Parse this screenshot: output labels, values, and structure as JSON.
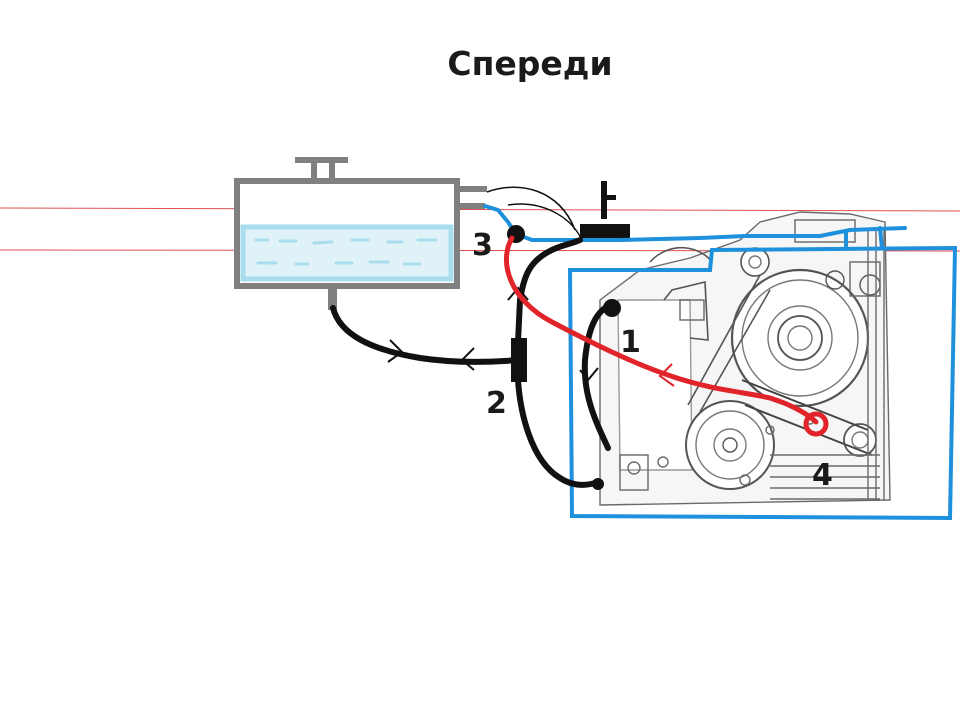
{
  "title": "Спереди",
  "labels": {
    "line_1": "1",
    "line_2": "2",
    "line_3": "3",
    "line_4": "4"
  },
  "colors": {
    "tank": "#808080",
    "coolant": "#a9dcec",
    "hose_black": "#111111",
    "hose_blue": "#1e90dc",
    "hose_red": "#e0242a",
    "guide_line": "#e05050",
    "engine": "#6a6a6a"
  },
  "icons": {
    "flow_arrow": "flow-arrow-icon"
  }
}
